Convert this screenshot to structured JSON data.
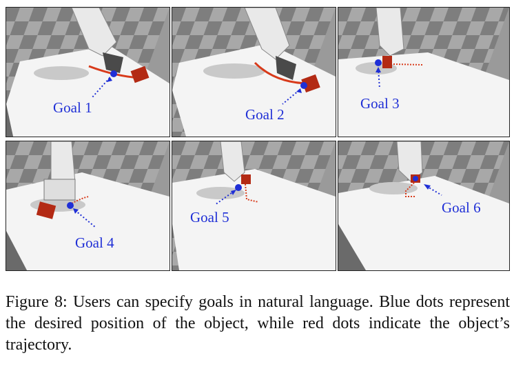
{
  "figure": {
    "caption": "Figure 8: Users can specify goals in natural language. Blue dots represent the desired position of the object, while red dots indicate the object’s trajectory.",
    "colors": {
      "goal": "#1f2fd6",
      "trajectory": "#d83a1a",
      "object": "#b32a14"
    },
    "panels": [
      {
        "label": "Goal 1"
      },
      {
        "label": "Goal 2"
      },
      {
        "label": "Goal 3"
      },
      {
        "label": "Goal 4"
      },
      {
        "label": "Goal 5"
      },
      {
        "label": "Goal 6"
      }
    ]
  }
}
